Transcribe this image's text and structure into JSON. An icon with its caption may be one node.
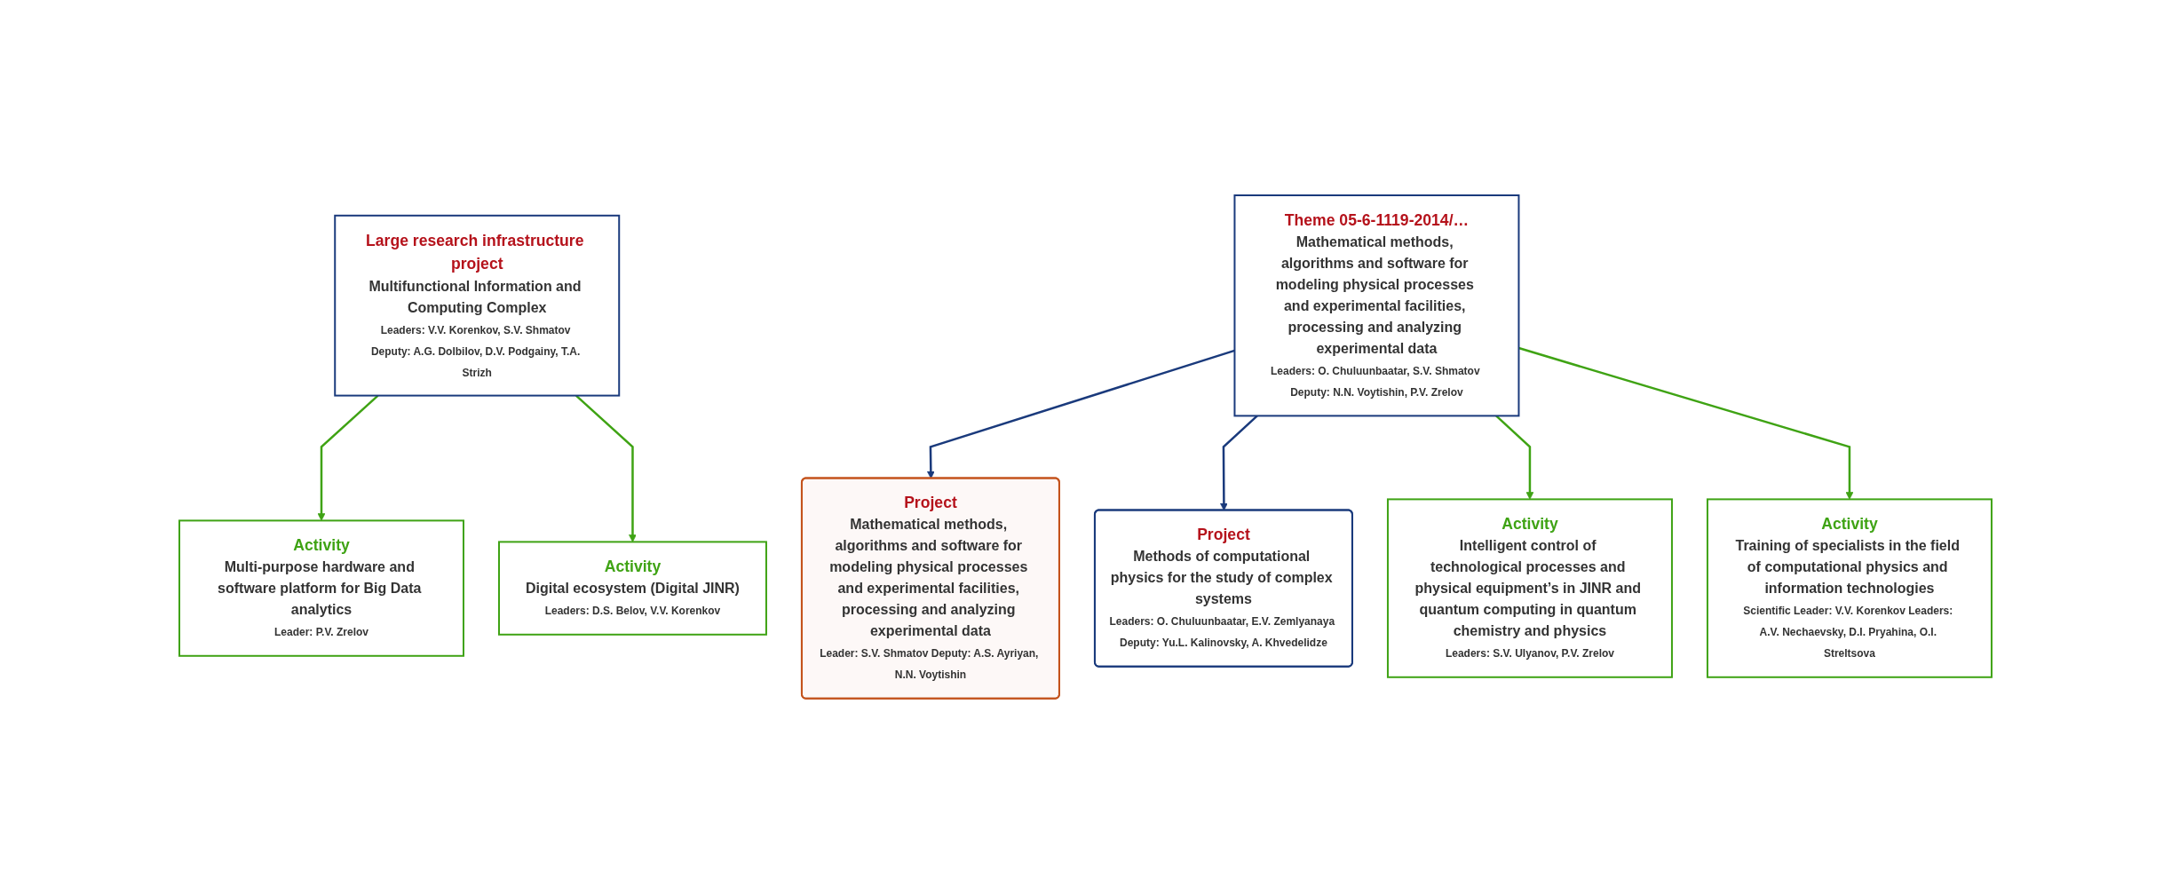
{
  "diagram": {
    "nodes": [
      {
        "text": [
          "Large research infrastructure project",
          "Multifunctional Information and Computing Complex",
          "Leaders: V.V. Korenkov, S.V. Shmatov Deputy: A.G. Dolbilov, D.V. Podgainy, T.A. Strizh"
        ]
      },
      {
        "text": [
          "Theme 05-6-1119-2014/…",
          "Mathematical methods, algorithms and software for modeling physical processes and experimental facilities, processing and analyzing experimental data",
          "Leaders: O. Chuluunbaatar, S.V. Shmatov Deputy: N.N. Voytishin, P.V. Zrelov"
        ]
      },
      {
        "text": [
          "Activity",
          "Multi-purpose hardware and software platform for Big Data analytics",
          "Leader: P.V. Zrelov"
        ]
      },
      {
        "text": [
          "Activity",
          "Digital ecosystem (Digital JINR)",
          "Leaders: D.S. Belov, V.V. Korenkov"
        ]
      },
      {
        "text": [
          "Project",
          "Mathematical methods, algorithms and software for modeling physical processes and experimental facilities, processing and analyzing experimental data",
          "Leader: S.V. Shmatov Deputy: A.S. Ayriyan, N.N. Voytishin"
        ]
      },
      {
        "text": [
          "Project",
          "Methods of computational physics for the study of complex systems",
          "Leaders: O. Chuluunbaatar, E.V. Zemlyanaya Deputy: Yu.L. Kalinovsky, A. Khvedelidze"
        ]
      },
      {
        "text": [
          "Activity",
          "Intelligent control of technological processes and physical equipment’s in JINR and quantum computing in quantum chemistry and physics",
          "Leaders: S.V. Ulyanov, P.V. Zrelov"
        ]
      },
      {
        "text": [
          "Activity",
          "Training of specialists in the field of computational physics and information technologies",
          "Scientific Leader: V.V. Korenkov Leaders: A.V. Nechaevsky, D.I. Pryahina, O.I. Streltsova"
        ]
      }
    ],
    "edges": [
      {
        "from": 0,
        "to": 2,
        "arrow": "to"
      },
      {
        "from": 0,
        "to": 3,
        "arrow": "to"
      },
      {
        "from": 1,
        "to": 4,
        "arrow": "to",
        "color": "#1a3a7c"
      },
      {
        "from": 1,
        "to": 5,
        "arrow": "to",
        "color": "#1a3a7c"
      },
      {
        "from": 1,
        "to": 6,
        "arrow": "to"
      },
      {
        "from": 1,
        "to": 7,
        "arrow": "to"
      }
    ]
  }
}
